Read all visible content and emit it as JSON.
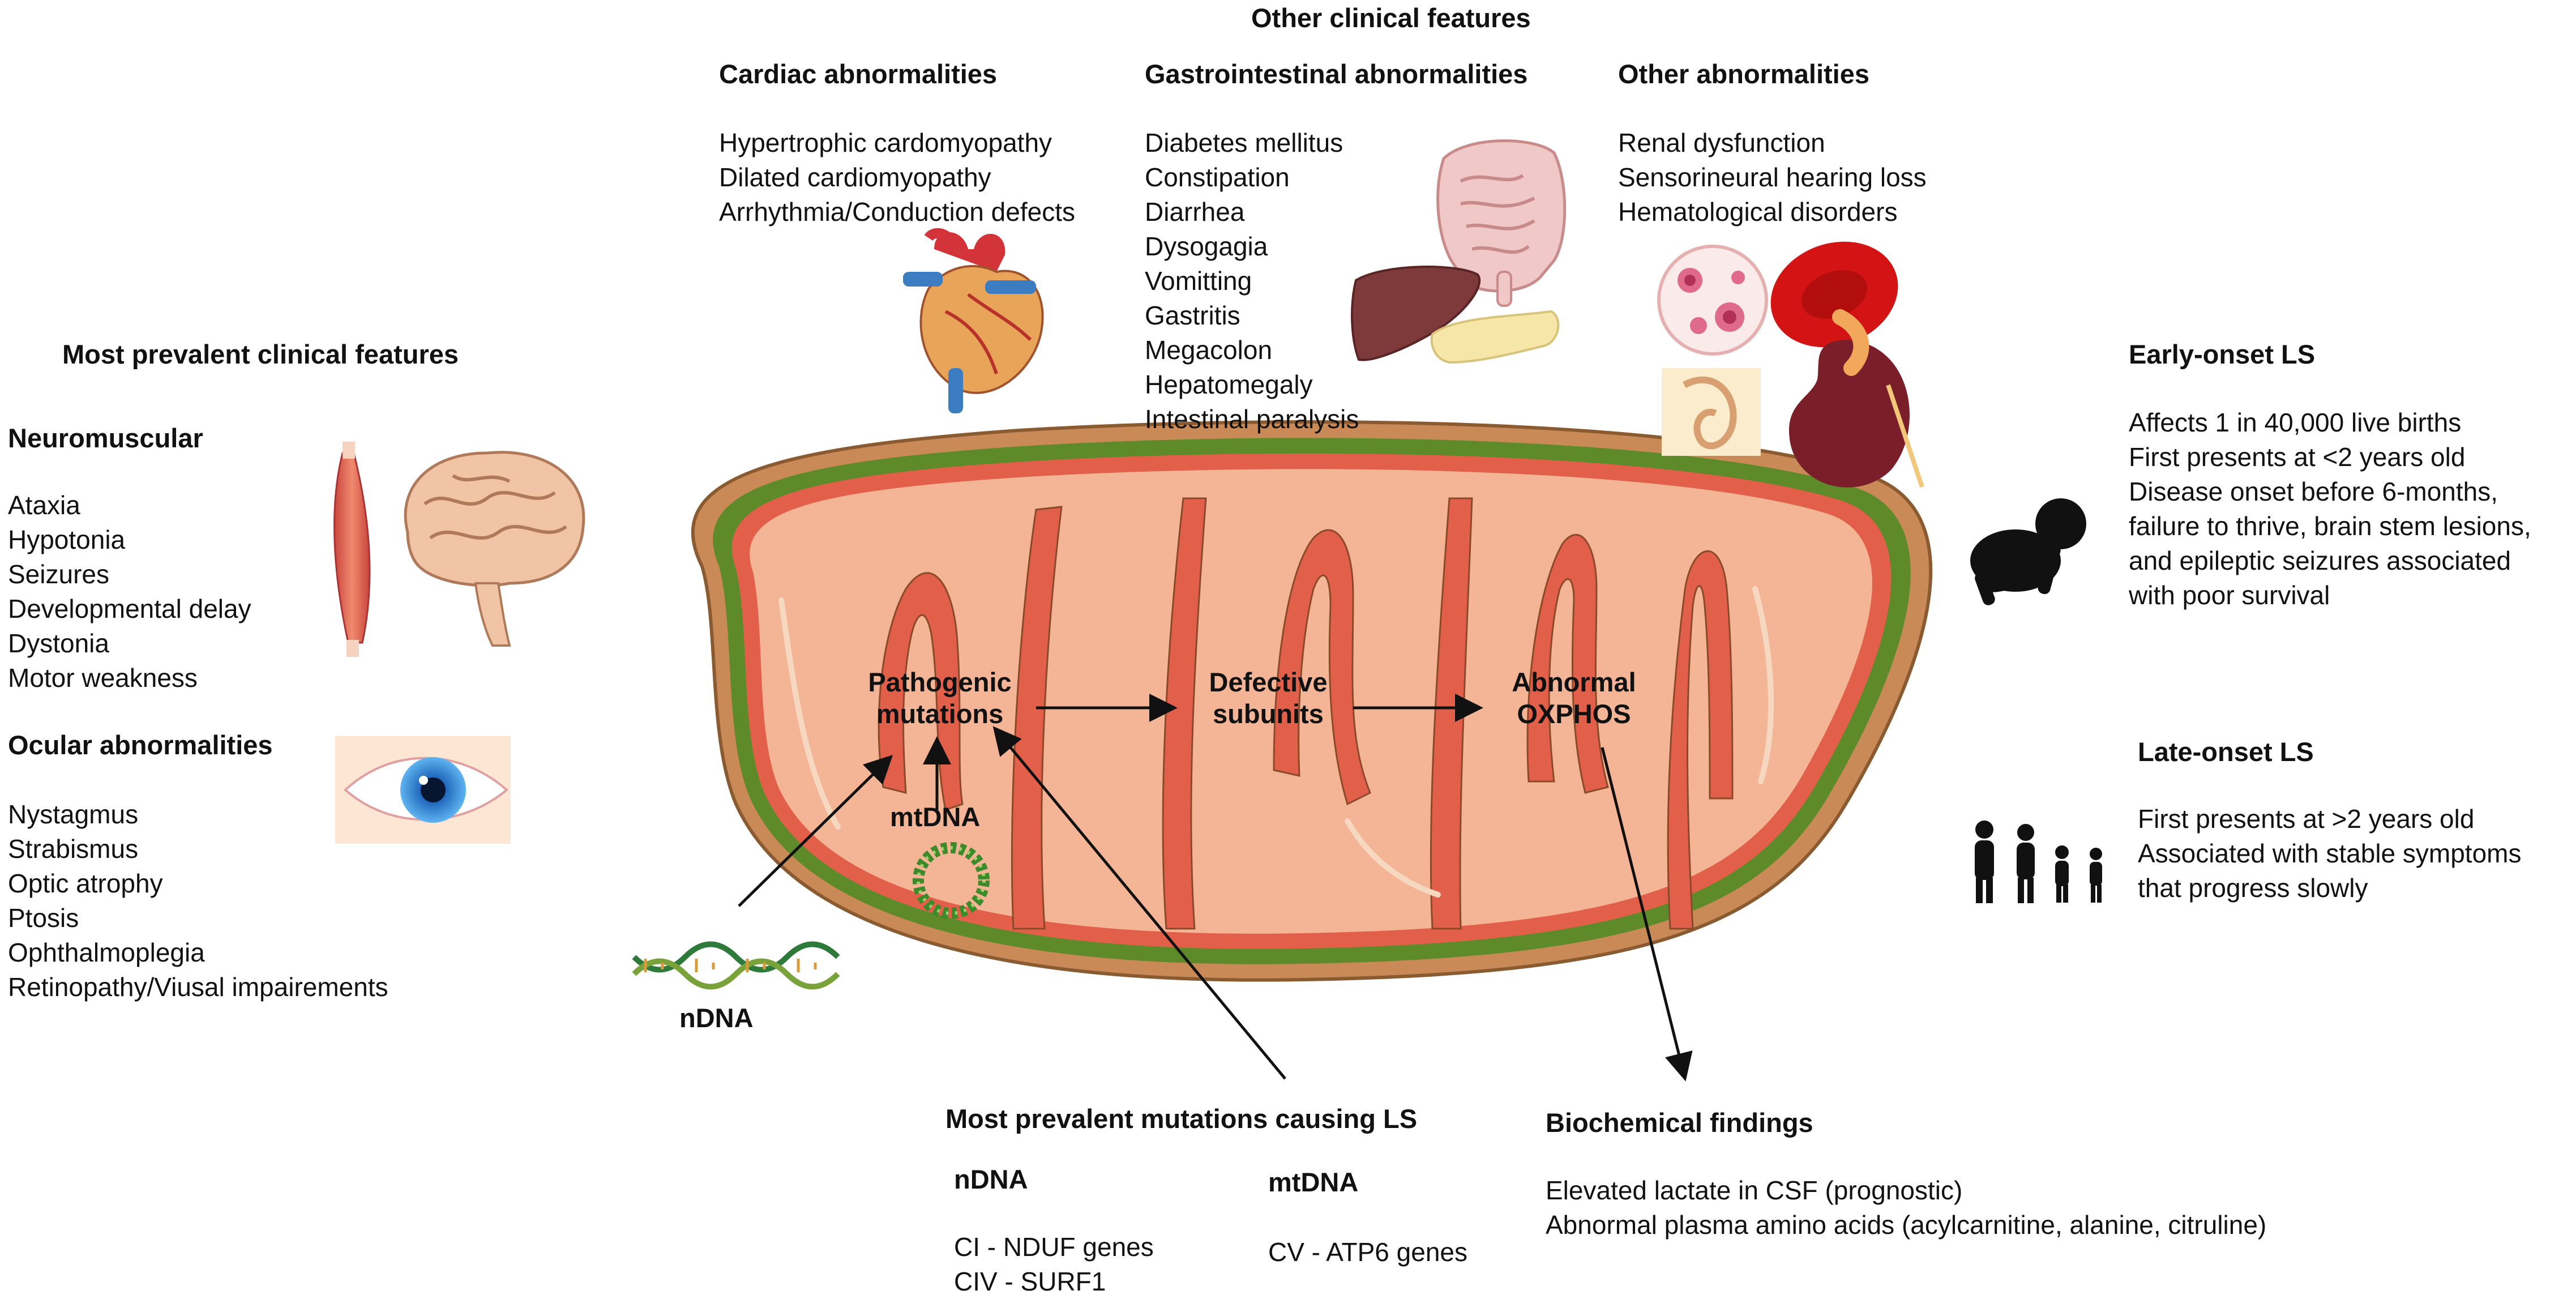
{
  "other_clinical": {
    "title": "Other clinical features",
    "cardiac": {
      "title": "Cardiac abnormalities",
      "items": [
        "Hypertrophic cardomyopathy",
        "Dilated cardiomyopathy",
        "Arrhythmia/Conduction defects"
      ]
    },
    "gi": {
      "title": "Gastrointestinal abnormalities",
      "items": [
        "Diabetes mellitus",
        "Constipation",
        "Diarrhea",
        "Dysogagia",
        "Vomitting",
        "Gastritis",
        "Megacolon",
        "Hepatomegaly",
        "Intestinal paralysis"
      ]
    },
    "other": {
      "title": "Other abnormalities",
      "items": [
        "Renal dysfunction",
        "Sensorineural hearing loss",
        "Hematological disorders"
      ]
    }
  },
  "prevalent": {
    "title": "Most prevalent clinical features",
    "neuromuscular": {
      "title": "Neuromuscular",
      "items": [
        "Ataxia",
        "Hypotonia",
        "Seizures",
        "Developmental delay",
        "Dystonia",
        "Motor weakness"
      ]
    },
    "ocular": {
      "title": "Ocular abnormalities",
      "items": [
        "Nystagmus",
        "Strabismus",
        "Optic atrophy",
        "Ptosis",
        "Ophthalmoplegia",
        "Retinopathy/Viusal impairements"
      ]
    }
  },
  "early_onset": {
    "title": "Early-onset LS",
    "items": [
      "Affects 1 in 40,000 live births",
      "First presents at <2 years old",
      "Disease onset before 6-months,",
      "failure to thrive, brain stem lesions,",
      "and epileptic seizures associated",
      "with poor survival"
    ]
  },
  "late_onset": {
    "title": "Late-onset LS",
    "items": [
      "First presents at >2 years old",
      "Associated with stable symptoms",
      "that progress slowly"
    ]
  },
  "pathway": {
    "pathogenic": [
      "Pathogenic",
      "mutations"
    ],
    "defective": [
      "Defective",
      "subunits"
    ],
    "abnormal": [
      "Abnormal",
      "OXPHOS"
    ],
    "mtdna": "mtDNA",
    "ndna": "nDNA"
  },
  "mutations": {
    "title": "Most prevalent mutations causing LS",
    "ndna_title": "nDNA",
    "ndna_items": [
      "CI - NDUF genes",
      "CIV - SURF1"
    ],
    "mtdna_title": "mtDNA",
    "mtdna_items": [
      "CV - ATP6 genes"
    ]
  },
  "biochemical": {
    "title": "Biochemical findings",
    "items": [
      "Elevated lactate in CSF (prognostic)",
      "Abnormal plasma amino acids (acylcarnitine, alanine, citruline)"
    ]
  },
  "icons": [
    "heart-icon",
    "intestine-icon",
    "liver-icon",
    "pancreas-icon",
    "blood-smear-icon",
    "red-blood-cell-icon",
    "ear-icon",
    "kidney-icon",
    "muscle-icon",
    "brain-icon",
    "eye-icon",
    "baby-silhouette-icon",
    "family-silhouette-icon",
    "mitochondrion-illustration",
    "mtdna-ring-icon",
    "dna-helix-icon"
  ],
  "colors": {
    "outer_membrane": "#c07c4a",
    "intermembrane_green": "#5e8a2a",
    "inner_membrane": "#e2604a",
    "matrix": "#f4b596",
    "text": "#111111",
    "blood_red": "#d41414",
    "kidney": "#7a1f2a"
  }
}
